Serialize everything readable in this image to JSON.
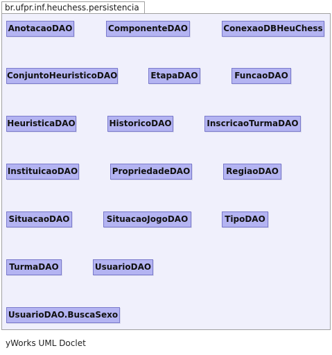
{
  "package": {
    "name": "br.ufpr.inf.heuchess.persistencia"
  },
  "classes": [
    "AnotacaoDAO",
    "ComponenteDAO",
    "ConexaoDBHeuChess",
    "ConjuntoHeuristicoDAO",
    "EtapaDAO",
    "FuncaoDAO",
    "HeuristicaDAO",
    "HistoricoDAO",
    "InscricaoTurmaDAO",
    "InstituicaoDAO",
    "PropriedadeDAO",
    "RegiaoDAO",
    "SituacaoDAO",
    "SituacaoJogoDAO",
    "TipoDAO",
    "TurmaDAO",
    "UsuarioDAO",
    "UsuarioDAO.BuscaSexo"
  ],
  "footer": {
    "text": "yWorks UML Doclet"
  }
}
